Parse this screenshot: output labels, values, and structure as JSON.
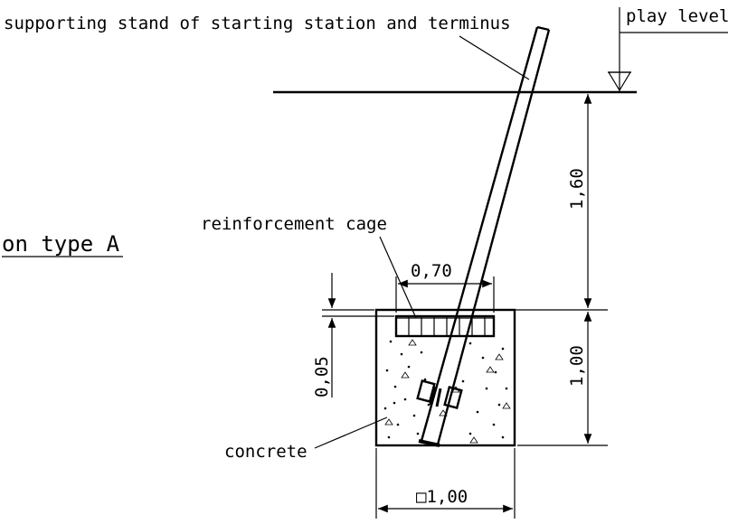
{
  "labels": {
    "supporting_stand": "supporting stand of starting station and terminus",
    "play_level": "play level",
    "foundation_type": "on type A",
    "reinforcement_cage": "reinforcement cage",
    "concrete": "concrete"
  },
  "dimensions": {
    "depth_above": "1,60",
    "depth_foundation": "1,00",
    "cage_width": "0,70",
    "cover": "0,05",
    "foundation_width": "□1,00"
  }
}
